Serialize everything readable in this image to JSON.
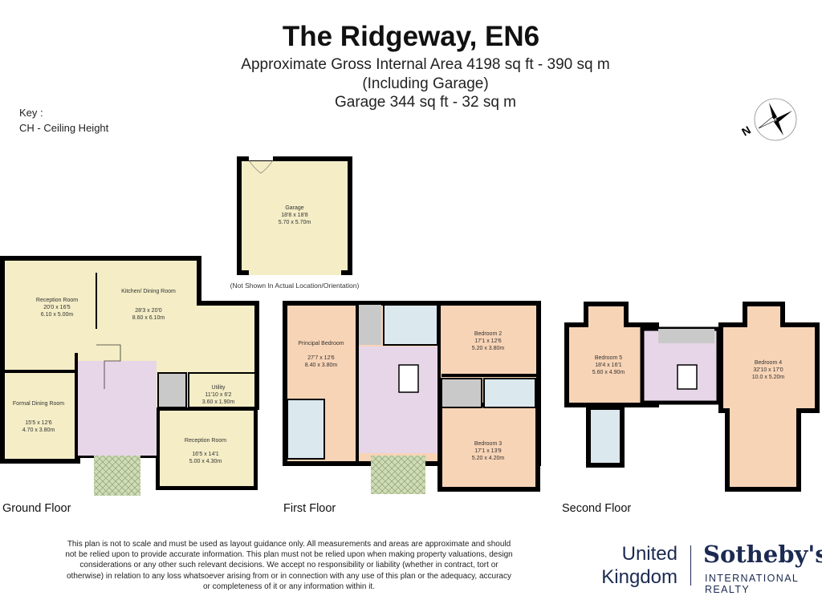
{
  "header": {
    "title": "The Ridgeway, EN6",
    "area_line": "Approximate Gross Internal Area 4198 sq ft - 390 sq m",
    "including": "(Including Garage)",
    "garage_line": "Garage 344 sq ft - 32 sq m"
  },
  "key": {
    "title": "Key :",
    "item": "CH - Ceiling Height"
  },
  "compass": {
    "icon": "compass-rose-icon",
    "letter": "N"
  },
  "garage": {
    "name": "Garage",
    "imperial": "18'8 x 18'8",
    "metric": "5.70 x 5.70m",
    "note": "(Not Shown In Actual Location/Orientation)"
  },
  "floors": {
    "ground": {
      "label": "Ground Floor",
      "rooms": [
        {
          "name": "Reception Room",
          "imperial": "20'0 x 16'5",
          "metric": "6.10 x 5.00m"
        },
        {
          "name": "Kitchen/ Dining Room",
          "imperial": "28'3 x 20'0",
          "metric": "8.60 x 6.10m"
        },
        {
          "name": "Formal Dining Room",
          "imperial": "15'5 x 12'6",
          "metric": "4.70 x 3.80m"
        },
        {
          "name": "Utility",
          "imperial": "11'10 x 6'2",
          "metric": "3.60 x 1.90m"
        },
        {
          "name": "Reception Room",
          "imperial": "16'5 x 14'1",
          "metric": "5.00 x 4.30m"
        }
      ]
    },
    "first": {
      "label": "First Floor",
      "rooms": [
        {
          "name": "Principal Bedroom",
          "imperial": "27'7 x 12'6",
          "metric": "8.40 x 3.80m"
        },
        {
          "name": "Bedroom 2",
          "imperial": "17'1 x 12'6",
          "metric": "5.20 x 3.80m"
        },
        {
          "name": "Bedroom 3",
          "imperial": "17'1 x 13'9",
          "metric": "5.20 x 4.20m"
        }
      ]
    },
    "second": {
      "label": "Second Floor",
      "rooms": [
        {
          "name": "Bedroom 5",
          "imperial": "18'4 x 16'1",
          "metric": "5.60 x 4.90m"
        },
        {
          "name": "Bedroom 4",
          "imperial": "32'10 x 17'0",
          "metric": "10.0 x 5.20m"
        }
      ]
    }
  },
  "colors": {
    "reception": "#f4edc6",
    "hall": "#e7d6e8",
    "bedroom": "#f8d4b6",
    "bathroom": "#dbe8ee",
    "storage": "#c9c9c9",
    "porch": "#cfdcb4",
    "walls": "#000000",
    "brand": "#1c2a52"
  },
  "disclaimer": "This plan is not to scale and must be used as layout guidance only. All measurements and areas are approximate and should not be relied upon to provide accurate information. This plan must not be relied upon when making property valuations, design considerations or any other such relevant decisions. We accept no responsibility or liability (whether in contract, tort or otherwise) in relation to any loss whatsoever arising from or in connection with any use of this plan or the adequacy, accuracy or completeness of it or any information within it.",
  "logo": {
    "left_line1": "United",
    "left_line2": "Kingdom",
    "brand": "Sotheby's",
    "tagline": "INTERNATIONAL REALTY"
  }
}
